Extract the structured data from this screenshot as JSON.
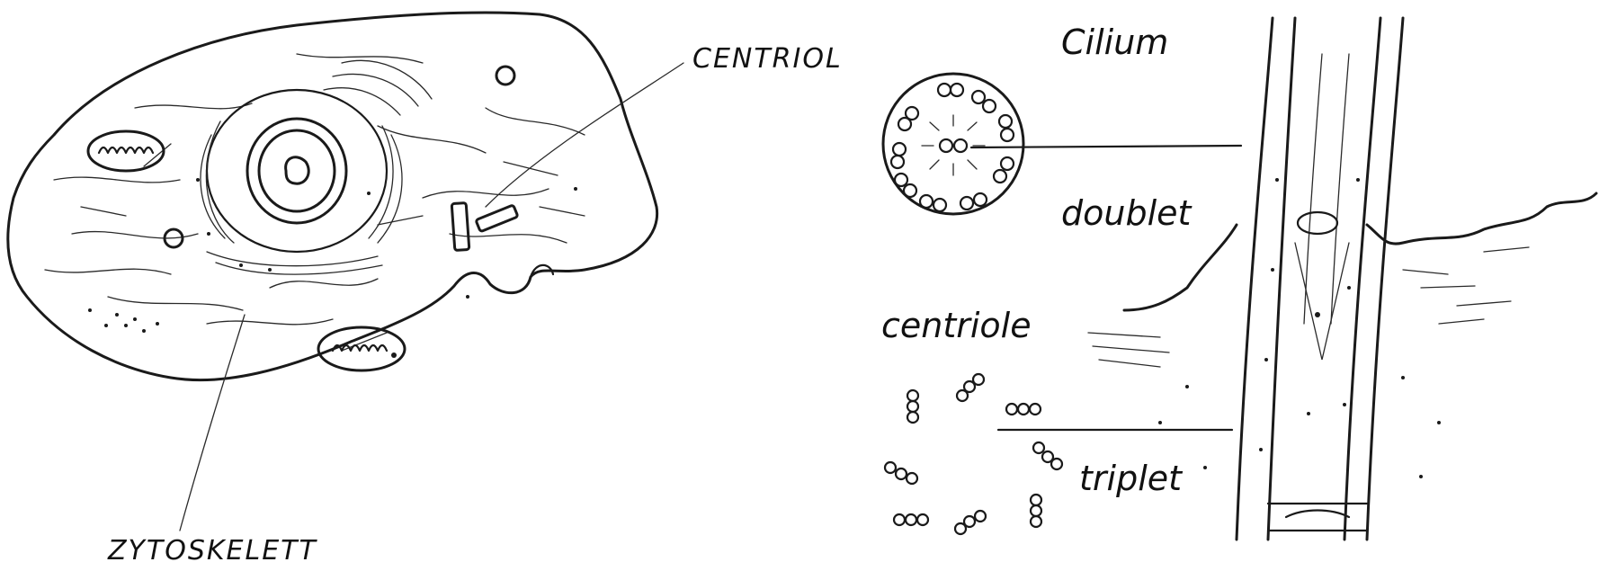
{
  "labels": {
    "centriol": "CENTRIOL",
    "zytoskelett": "ZYTOSKELETT",
    "cilium": "Cilium",
    "doublet": "doublet",
    "centriole": "centriole",
    "triplet": "triplet"
  },
  "colors": {
    "ink": "#1a1a1a",
    "background": "#ffffff"
  }
}
